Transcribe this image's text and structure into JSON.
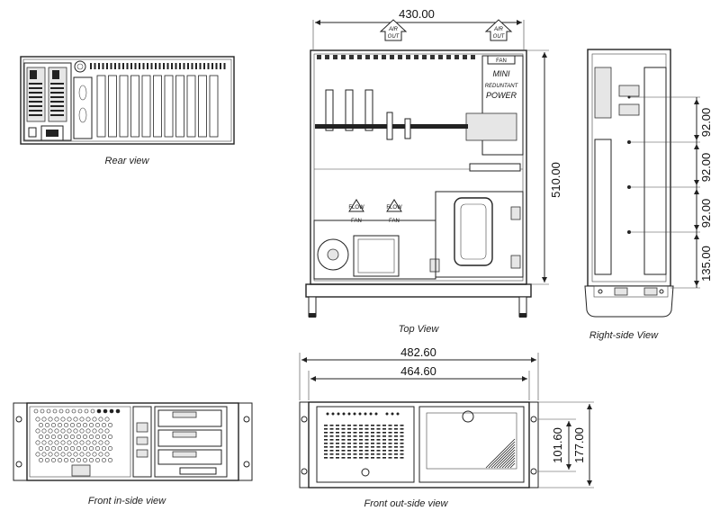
{
  "views": {
    "rear": "Rear view",
    "top": "Top View",
    "right_side": "Right-side View",
    "front_inside": "Front in-side view",
    "front_outside": "Front out-side view"
  },
  "dimensions": {
    "top_width": "430.00",
    "top_depth": "510.00",
    "side_1": "92.00",
    "side_2": "92.00",
    "side_3": "92.00",
    "side_4": "135.00",
    "front_width_outer": "482.60",
    "front_width_inner": "464.60",
    "front_height_inner": "101.60",
    "front_height_outer": "177.00"
  },
  "annotations": {
    "air_out_1": "AIR",
    "air_out_1b": "OUT",
    "air_out_2": "AIR",
    "air_out_2b": "OUT",
    "fan_top": "FAN",
    "psu_1": "MINI",
    "psu_2": "REDUNTANT",
    "psu_3": "POWER",
    "fan_left": "FAN",
    "fan_right": "FAN",
    "flow_1": "FLOW",
    "flow_2": "FLOW"
  }
}
